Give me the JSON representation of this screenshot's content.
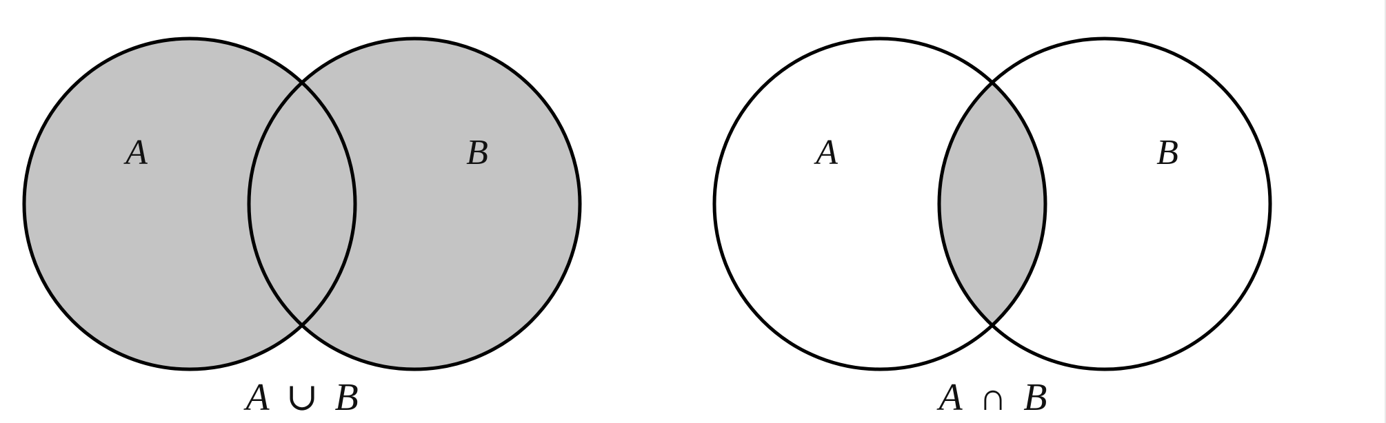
{
  "colors": {
    "shade": "#c4c4c4",
    "stroke": "#000000",
    "background": "#ffffff"
  },
  "diagrams": [
    {
      "operation": "union",
      "label_a": "A",
      "label_b": "B",
      "caption_a": "A",
      "caption_op": "∪",
      "caption_b": "B"
    },
    {
      "operation": "intersection",
      "label_a": "A",
      "label_b": "B",
      "caption_a": "A",
      "caption_op": "∩",
      "caption_b": "B"
    }
  ]
}
